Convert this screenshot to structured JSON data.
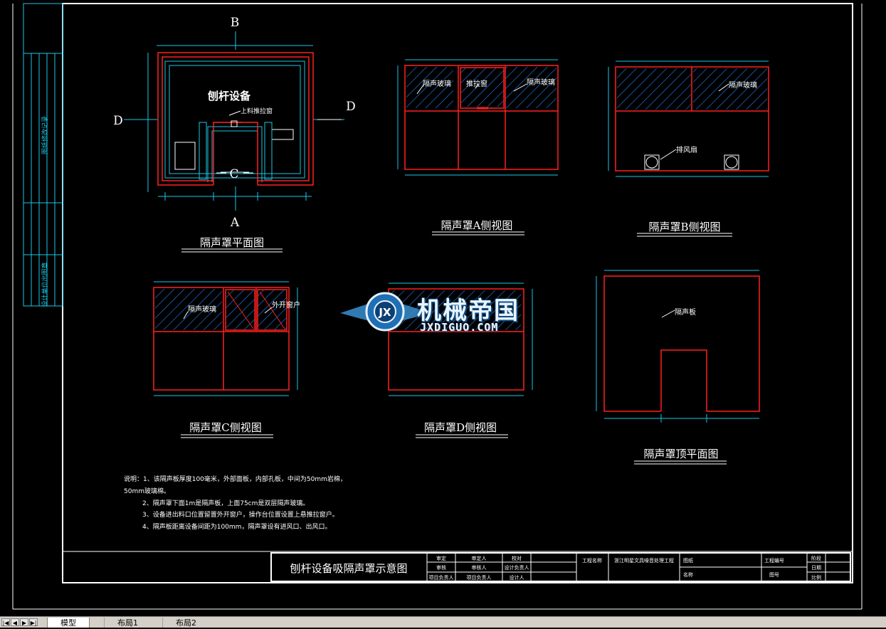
{
  "drawing": {
    "plan": {
      "title": "隔声罩平面图",
      "equipment_label": "刨杆设备",
      "window_label": "上料推拉窗",
      "section_marks": {
        "b": "B",
        "a": "A",
        "c": "C",
        "d_left": "D",
        "d_right": "D"
      }
    },
    "view_a": {
      "title": "隔声罩A侧视图",
      "labels": [
        "隔声玻璃",
        "推拉窗",
        "隔声玻璃"
      ]
    },
    "view_b": {
      "title": "隔声罩B侧视图",
      "labels": [
        "隔声玻璃",
        "排风扇"
      ]
    },
    "view_c": {
      "title": "隔声罩C侧视图",
      "labels": [
        "隔声玻璃",
        "外开窗户"
      ]
    },
    "view_d": {
      "title": "隔声罩D侧视图"
    },
    "view_top": {
      "title": "隔声罩顶平面图",
      "labels": [
        "隔声板"
      ]
    },
    "notes": [
      "说明：1、该隔声板厚度100毫米，外部面板，内部孔板，中间为50mm岩棉，",
      "50mm玻璃棉。",
      "2、隔声罩下面1m是隔声板，上面75cm是双层隔声玻璃。",
      "3、设备进出料口位置留置外开窗户，操作台位置设置上悬推拉窗户。",
      "4、隔声板距离设备间距为100mm，隔声罩设有进风口、出风口。"
    ],
    "title_block": {
      "drawing_title": "刨杆设备吸隔声罩示意图",
      "project_name_label": "工程名称",
      "project_name": "浙江明星文具噪音处理工程",
      "drawing_label": "图纸",
      "name_label": "名称",
      "project_no_label": "工程编号",
      "drawing_no_label": "图号",
      "roles_left": [
        "审定",
        "审核",
        "项目负责人"
      ],
      "roles_left2": [
        "审定人",
        "审核人",
        "项目负责人"
      ],
      "roles_right": [
        "校对",
        "设计负责人",
        "设计人"
      ],
      "stage": [
        "阶段",
        "日期",
        "比例"
      ]
    },
    "left_strip": {
      "upper": "图纸修改记录",
      "lower": "设计单位出图章"
    }
  },
  "watermark": {
    "cn": "机械帝国",
    "en": "JXDIGUO.COM"
  },
  "tabs": [
    {
      "label": "模型",
      "active": true
    },
    {
      "label": "布局1",
      "active": false
    },
    {
      "label": "布局2",
      "active": false
    }
  ],
  "nav": [
    "|◀",
    "◀",
    "▶",
    "▶|"
  ]
}
